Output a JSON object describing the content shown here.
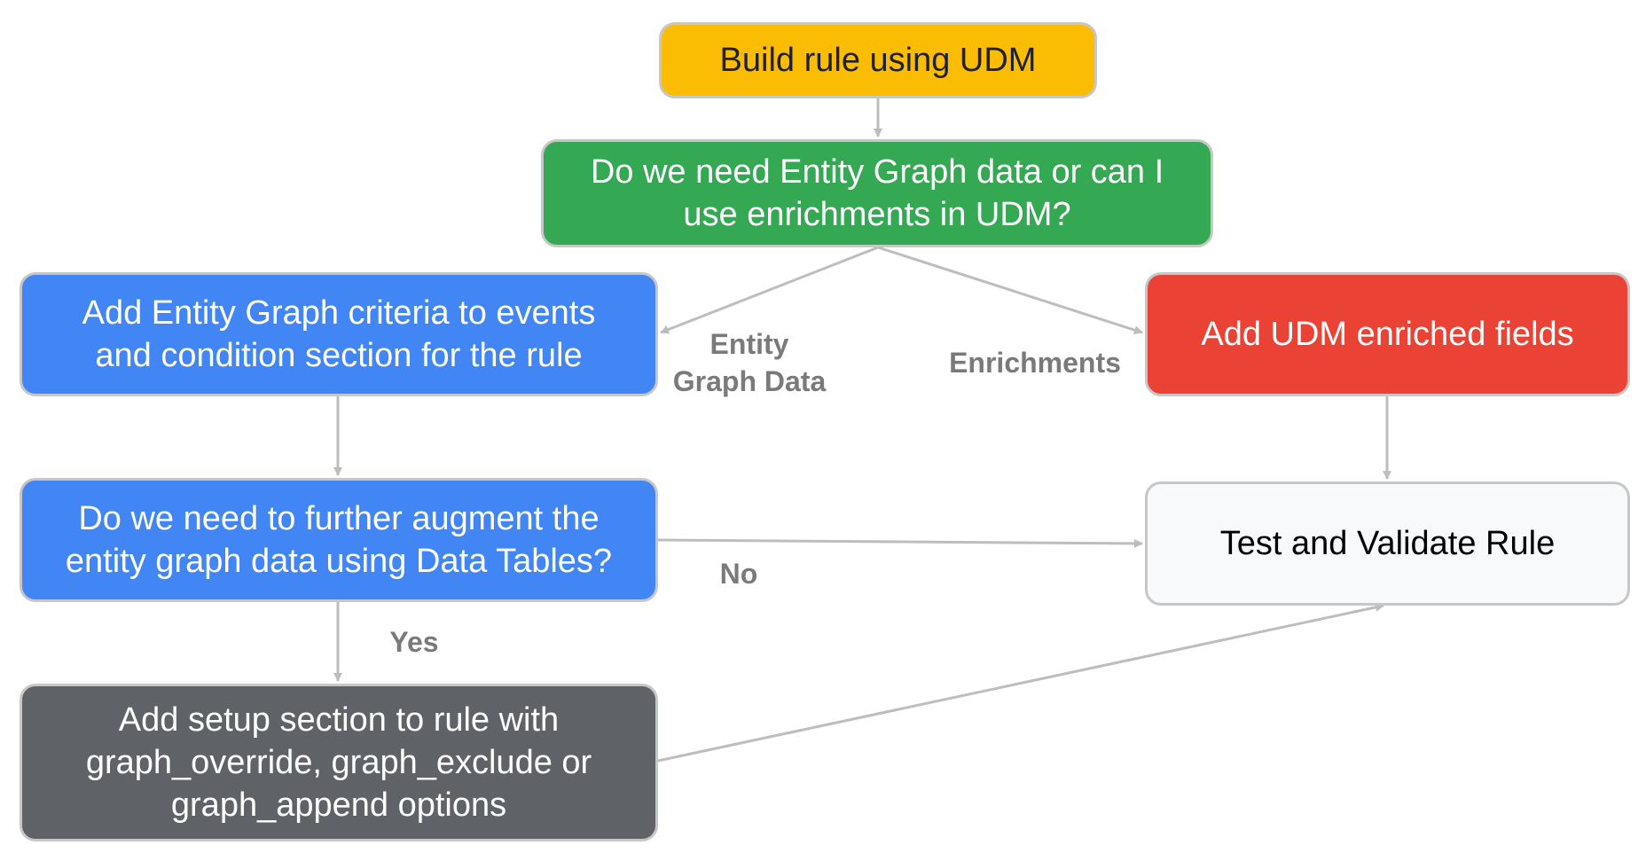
{
  "colors": {
    "yellow": "#fbbc04",
    "green": "#34a853",
    "blue": "#4285f4",
    "red": "#ea4335",
    "gray": "#5f6368",
    "white": "#f8f9fa",
    "connector": "#bdbdbd"
  },
  "nodes": {
    "build": {
      "text": "Build rule using UDM"
    },
    "question": {
      "line1": "Do we need Entity Graph data or can I",
      "line2": "use enrichments in UDM?"
    },
    "entity": {
      "line1": "Add Entity Graph criteria to events",
      "line2": "and condition section for the rule"
    },
    "udm": {
      "text": "Add UDM enriched fields"
    },
    "augment": {
      "line1": "Do we need to further augment the",
      "line2": "entity graph data using Data Tables?"
    },
    "test": {
      "text": "Test and Validate Rule"
    },
    "setup": {
      "line1": "Add setup section to rule with",
      "line2": "graph_override, graph_exclude or",
      "line3": "graph_append options"
    }
  },
  "edge_labels": {
    "entity_graph": {
      "line1": "Entity",
      "line2": "Graph Data"
    },
    "enrichments": "Enrichments",
    "no": "No",
    "yes": "Yes"
  }
}
